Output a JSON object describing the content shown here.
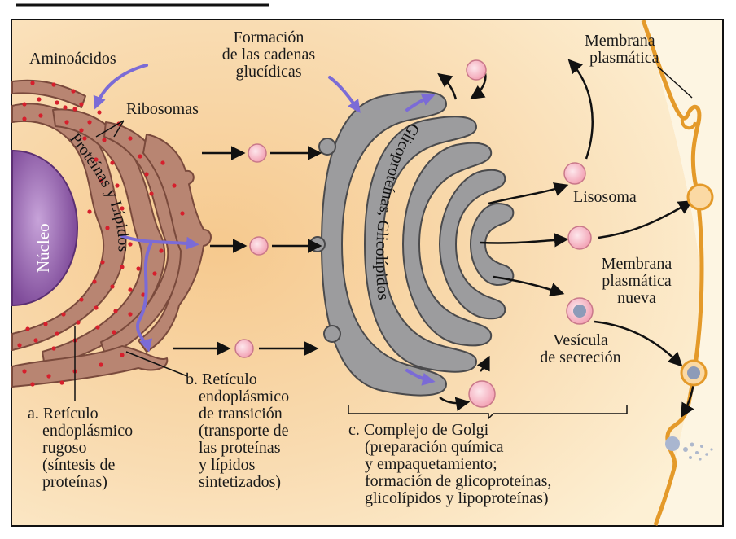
{
  "labels": {
    "aminoacidos": "Aminoácidos",
    "ribosomas": "Ribosomas",
    "nucleo": "Núcleo",
    "proteinas_lipidos": "Proteínas y Lípidos",
    "formacion": [
      "Formación",
      "de las cadenas",
      "glucídicas"
    ],
    "glicoproteinas": "Glicoproteínas, Glicolípidos",
    "membrana_plasmatica": [
      "Membrana",
      "plasmática"
    ],
    "lisosoma": "Lisosoma",
    "membrana_nueva": [
      "Membrana",
      "plasmática",
      "nueva"
    ],
    "vesicula": [
      "Vesícula",
      "de secreción"
    ],
    "reticulo_rugoso": [
      "a. Retículo",
      "endoplásmico",
      "rugoso",
      "(síntesis de",
      "proteínas)"
    ],
    "reticulo_transicion": [
      "b. Retículo",
      "endoplásmico",
      "de transición",
      "(transporte de",
      "las proteínas",
      "y lípidos",
      "sintetizados)"
    ],
    "golgi": [
      "c. Complejo de Golgi",
      "(preparación química",
      "y empaquetamiento;",
      "formación de glicoproteínas,",
      "glicolípidos y lipoproteínas)"
    ]
  },
  "colors": {
    "cytoplasm": "#f8dcb0",
    "cytoplasm_light": "#fcebcc",
    "er_cisterna": "#b88572",
    "er_stroke": "#7a4a3c",
    "ribosome": "#d61f2c",
    "nucleus": "#8e5aa8",
    "golgi": "#9c9c9e",
    "golgi_stroke": "#4a4a4c",
    "vesicle": "#f7b9c6",
    "membrane": "#e49a2a",
    "flow_arrow": "#7b6bd6"
  }
}
